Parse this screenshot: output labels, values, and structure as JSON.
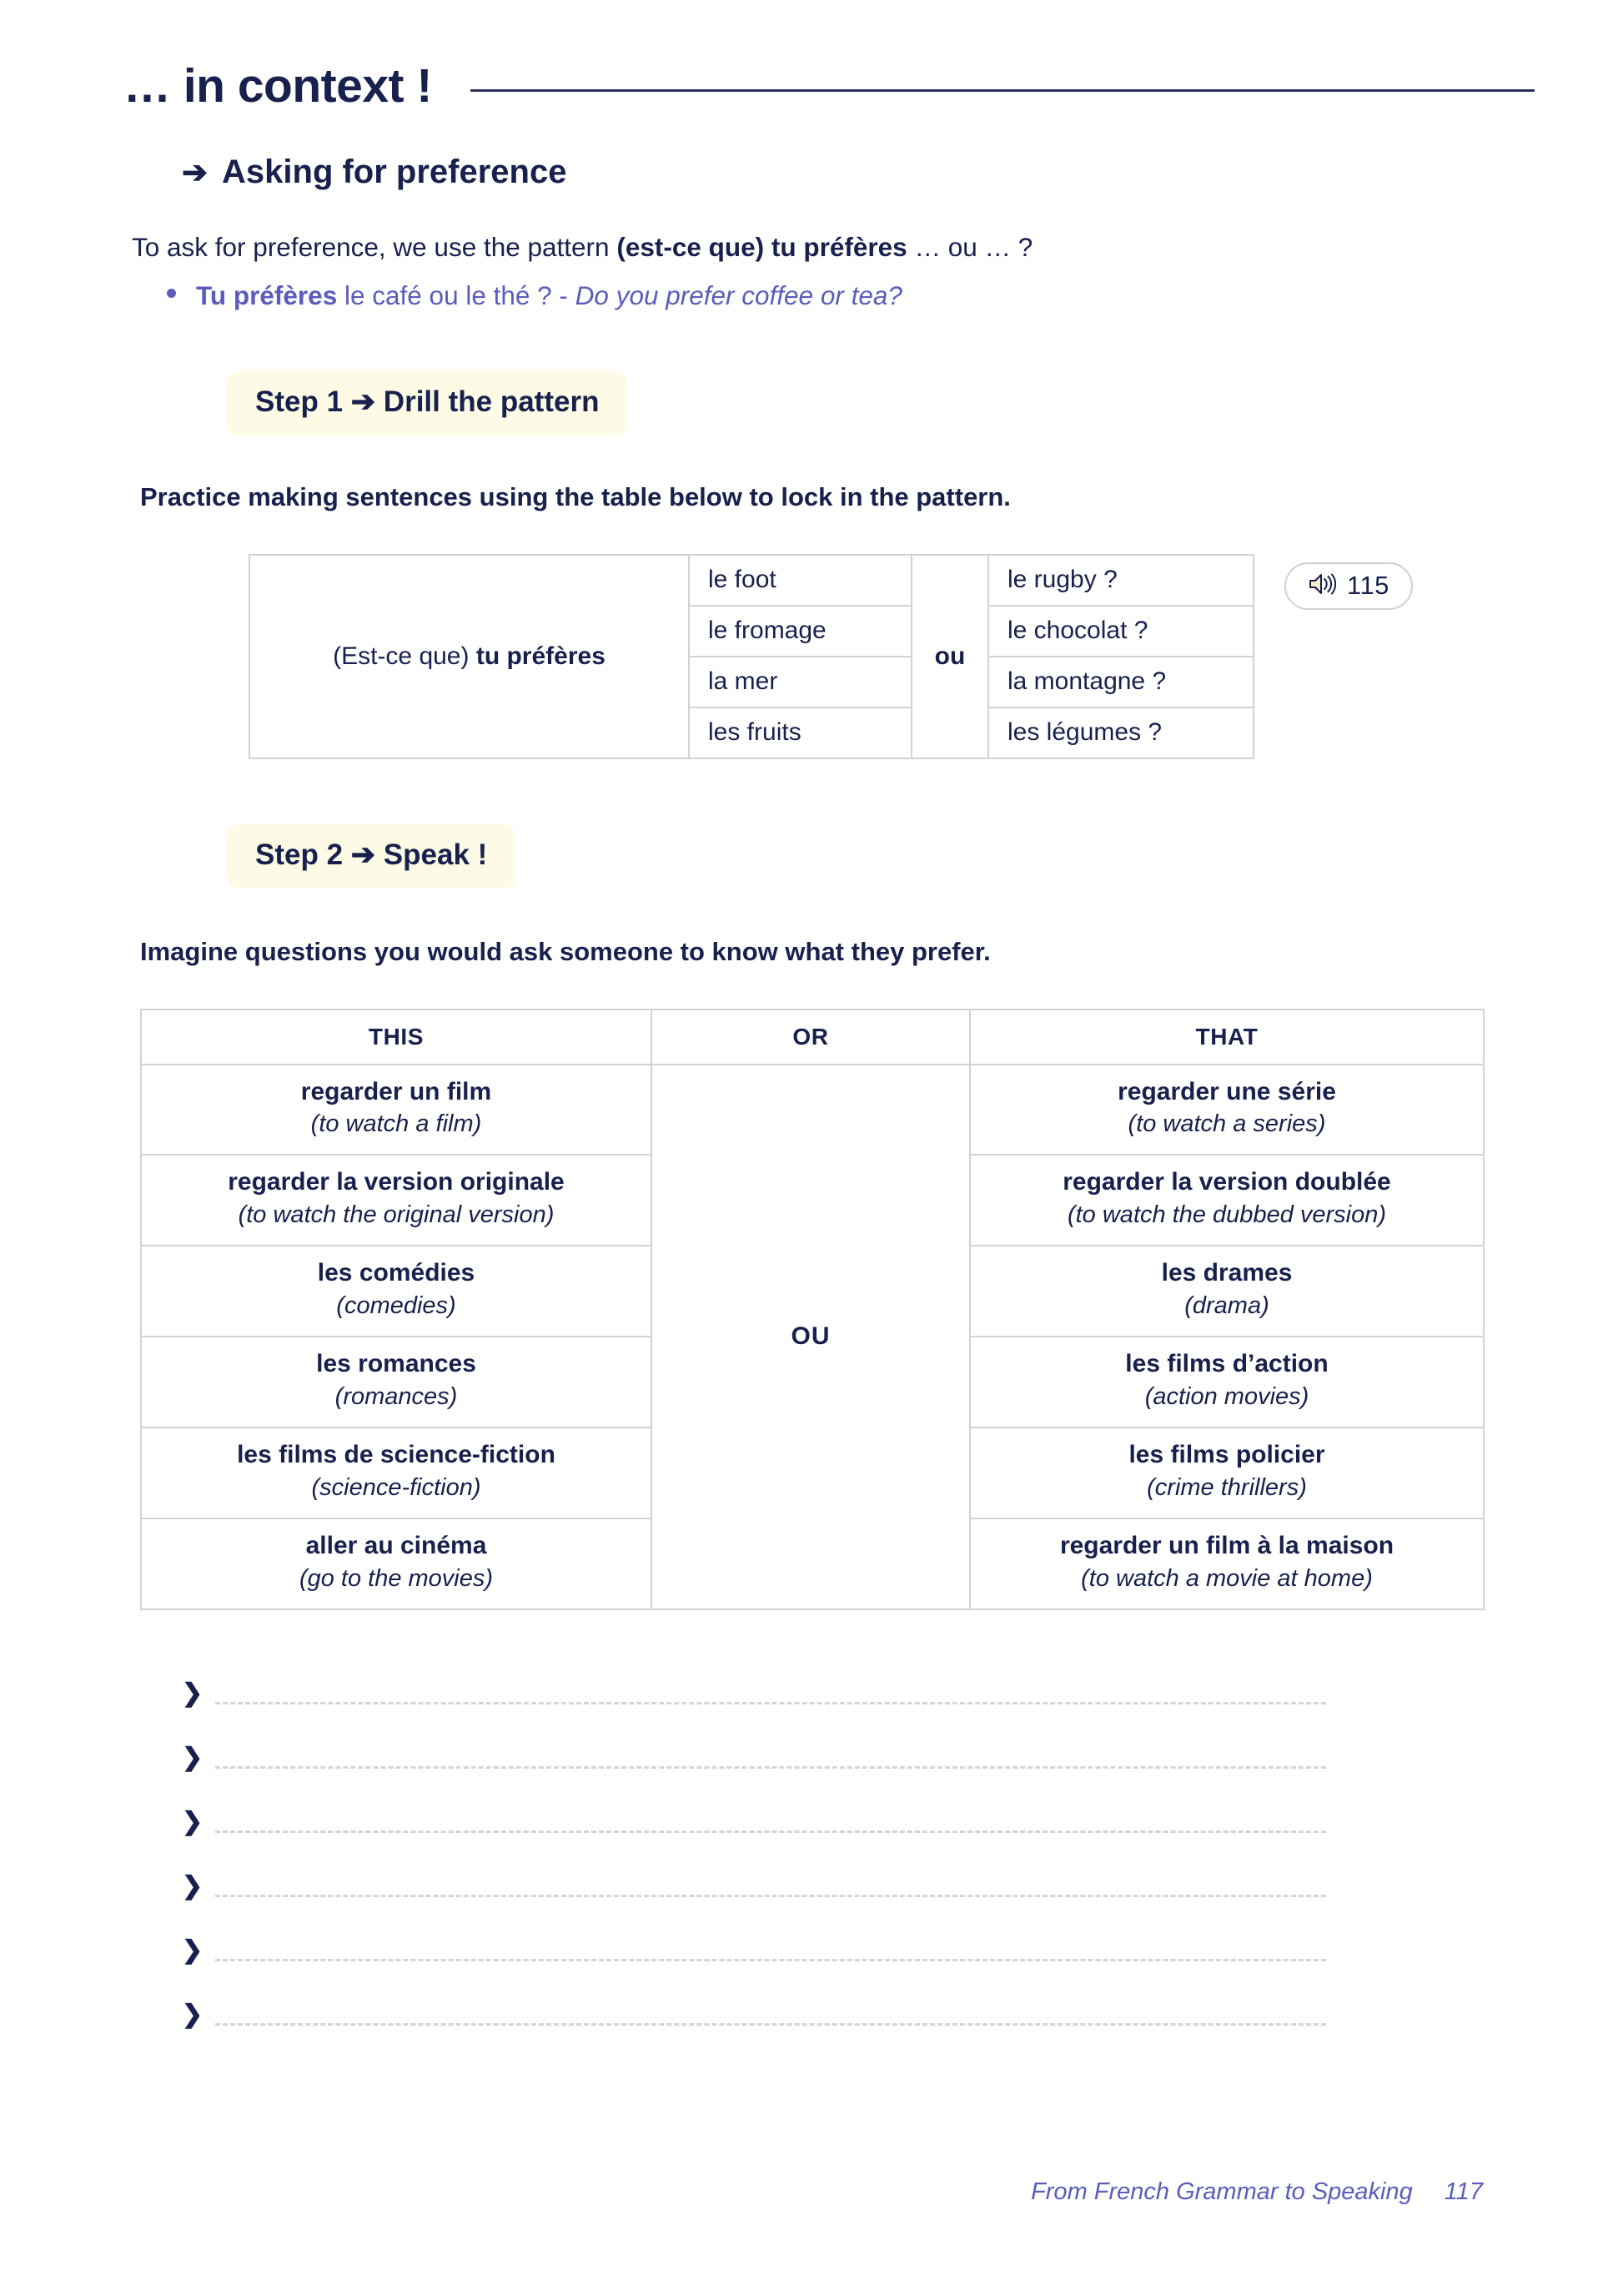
{
  "header": {
    "title": "… in context !",
    "section_heading": "Asking for preference",
    "arrow_glyph": "➔"
  },
  "intro": {
    "text_before": "To ask for preference, we use the pattern ",
    "pattern_bold": "(est-ce que) tu préfères",
    "text_after": " … ou … ?",
    "bullet": {
      "bold": "Tu préfères",
      "french": " le café ou le thé ? - ",
      "english": "Do you prefer coffee or tea?"
    }
  },
  "step1": {
    "badge": "Step 1 ➔ Drill the pattern",
    "instruction": "Practice making sentences using the table below to lock in the pattern.",
    "drill_table": {
      "stem_plain": "(Est-ce que) ",
      "stem_bold": "tu préfères",
      "conjunction": "ou",
      "left_options": [
        "le foot",
        "le fromage",
        "la mer",
        "les fruits"
      ],
      "right_options": [
        "le rugby ?",
        "le chocolat ?",
        "la montagne ?",
        "les légumes ?"
      ]
    },
    "audio": {
      "icon": "speaker-icon",
      "track_number": "115"
    }
  },
  "step2": {
    "badge": "Step 2 ➔ Speak !",
    "instruction": "Imagine questions you would ask someone to know what they prefer.",
    "table": {
      "headers": {
        "this": "THIS",
        "or": "OR",
        "that": "THAT"
      },
      "middle_label": "OU",
      "rows": [
        {
          "this_fr": "regarder un film",
          "this_en": "(to watch a film)",
          "that_fr": "regarder une série",
          "that_en": "(to watch a series)"
        },
        {
          "this_fr": "regarder la version originale",
          "this_en": "(to watch the original version)",
          "that_fr": "regarder la version doublée",
          "that_en": "(to watch the dubbed version)"
        },
        {
          "this_fr": "les comédies",
          "this_en": "(comedies)",
          "that_fr": "les drames",
          "that_en": "(drama)"
        },
        {
          "this_fr": "les romances",
          "this_en": "(romances)",
          "that_fr": "les films d’action",
          "that_en": "(action movies)"
        },
        {
          "this_fr": "les films de science-fiction",
          "this_en": "(science-fiction)",
          "that_fr": "les films policier",
          "that_en": "(crime thrillers)"
        },
        {
          "this_fr": "aller au cinéma",
          "this_en": "(go to the movies)",
          "that_fr": "regarder un film à la maison",
          "that_en": "(to watch a movie at home)"
        }
      ]
    },
    "answer_lines": [
      {
        "marker": "❯"
      },
      {
        "marker": "❯"
      },
      {
        "marker": "❯"
      },
      {
        "marker": "❯"
      },
      {
        "marker": "❯"
      },
      {
        "marker": "❯"
      }
    ]
  },
  "footer": {
    "book_title": "From French Grammar to Speaking",
    "page_number": "117"
  },
  "colors": {
    "navy": "#18204d",
    "purple": "#5b5cbb",
    "badge_cream": "#fdfbe6",
    "border_gray": "#d2d2d6",
    "dash_gray": "#d5d5d9"
  }
}
